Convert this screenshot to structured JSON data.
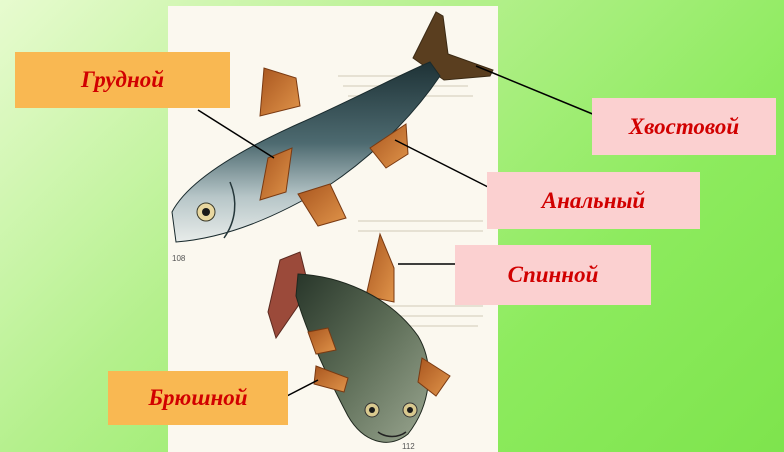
{
  "labels": {
    "pectoral": "Грудной",
    "caudal": "Хвостовой",
    "anal": "Анальный",
    "dorsal": "Спинной",
    "pelvic": "Брюшной"
  },
  "plate_numbers": {
    "top": "108",
    "bottom": "112"
  },
  "colors": {
    "background_light": "#e7fbcf",
    "background_green": "#7ee44d",
    "label_text": "#d10000",
    "label_orange": "#f9b852",
    "label_pink": "#fbd0d0",
    "fin_orange": "#c8702c"
  }
}
